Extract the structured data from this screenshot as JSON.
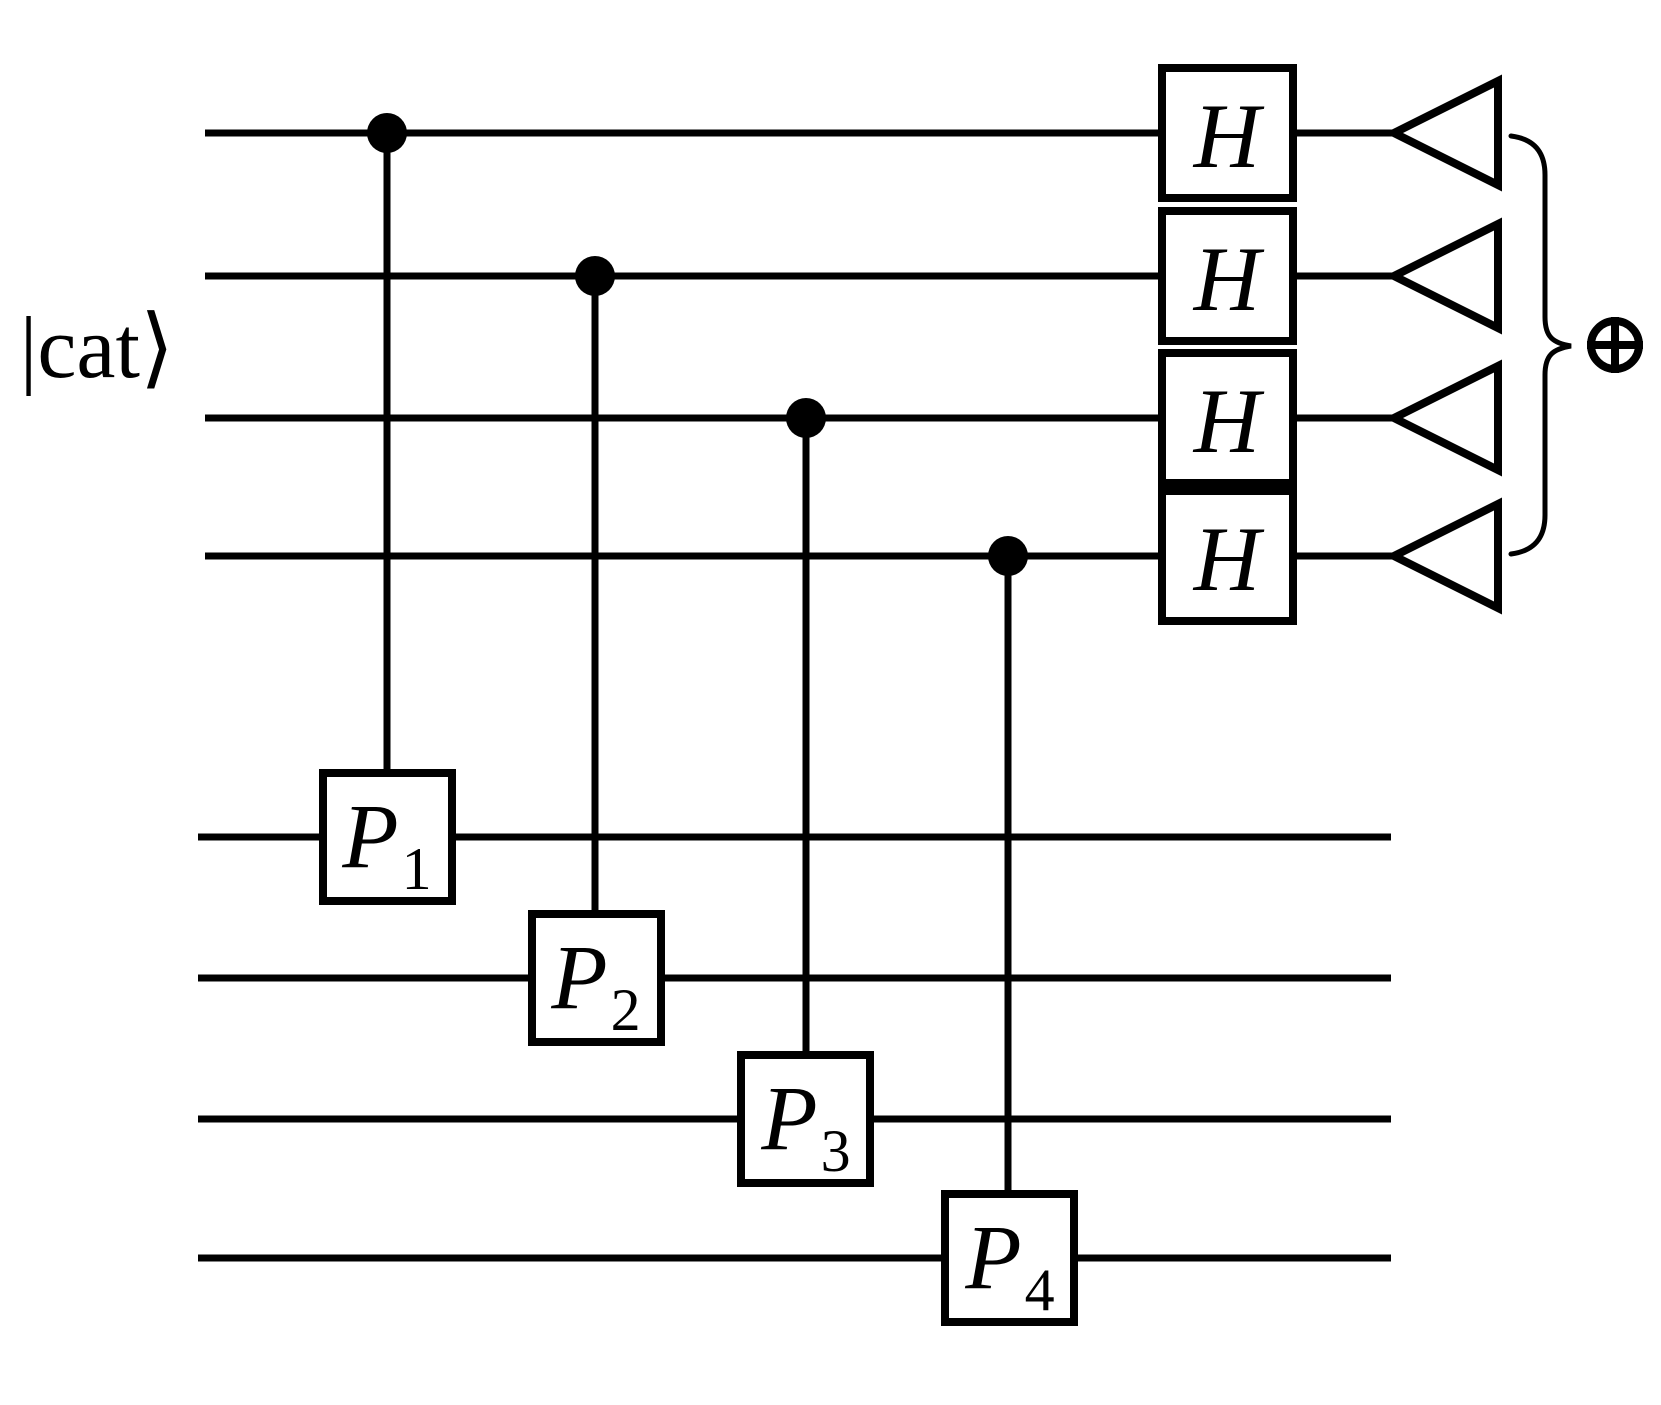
{
  "figure": {
    "kind": "quantum-circuit-diagram",
    "input_label": "|cat⟩",
    "hadamard_label": "H",
    "controlled_gates": [
      {
        "base": "P",
        "subscript": "1"
      },
      {
        "base": "P",
        "subscript": "2"
      },
      {
        "base": "P",
        "subscript": "3"
      },
      {
        "base": "P",
        "subscript": "4"
      }
    ],
    "parity_symbol": "⊕",
    "wires": {
      "cat_qubits": 4,
      "target_qubits": 4
    },
    "colors": {
      "ink": "#000000",
      "background": "#ffffff"
    }
  }
}
